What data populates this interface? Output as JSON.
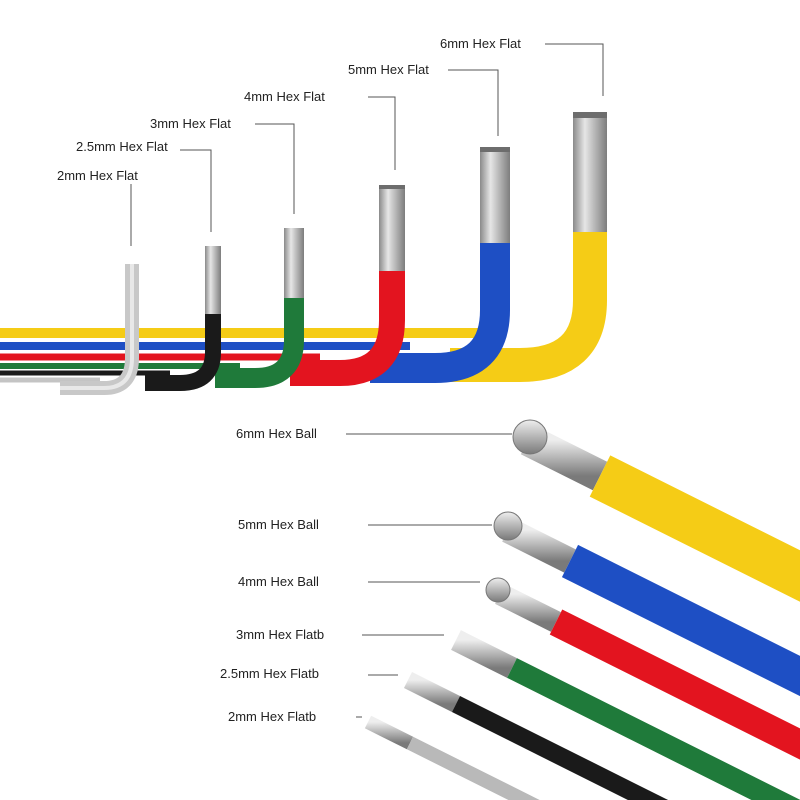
{
  "labels": {
    "flat_2": "2mm Hex Flat",
    "flat_2_5": "2.5mm Hex Flat",
    "flat_3": "3mm Hex Flat",
    "flat_4": "4mm Hex Flat",
    "flat_5": "5mm Hex Flat",
    "flat_6": "6mm Hex Flat",
    "ball_6": "6mm Hex Ball",
    "ball_5": "5mm Hex Ball",
    "ball_4": "4mm Hex Ball",
    "flatb_3": "3mm Hex Flatb",
    "flatb_2_5": "2.5mm Hex Flatb",
    "flatb_2": "2mm Hex Flatb"
  },
  "colors": {
    "silver": "#c8c8c8",
    "black": "#1a1a1a",
    "green": "#1f7a3a",
    "red": "#e3141f",
    "blue": "#1e4fc4",
    "yellow": "#f5cc16",
    "steel": "#b9b9b9"
  }
}
